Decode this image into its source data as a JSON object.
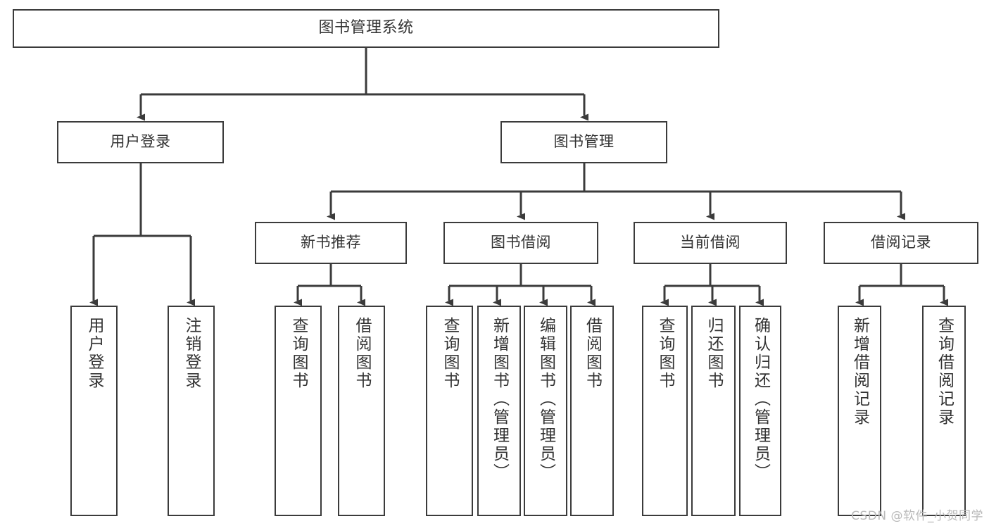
{
  "diagram": {
    "title": "图书管理系统",
    "type": "hierarchy-tree",
    "watermark": "CSDN @软件_小贺同学",
    "stroke_color": "#3b3b3b",
    "text_color": "#333333",
    "background_color": "#ffffff",
    "nodes": {
      "root": {
        "label": "图书管理系统",
        "level": 1
      },
      "l2": [
        {
          "id": "user-login",
          "label": "用户登录",
          "level": 2
        },
        {
          "id": "book-manage",
          "label": "图书管理",
          "level": 2
        }
      ],
      "l3": [
        {
          "id": "new-book-rec",
          "label": "新书推荐",
          "level": 3
        },
        {
          "id": "book-borrow",
          "label": "图书借阅",
          "level": 3
        },
        {
          "id": "current-borrow",
          "label": "当前借阅",
          "level": 3
        },
        {
          "id": "borrow-record",
          "label": "借阅记录",
          "level": 3
        }
      ],
      "leaves": [
        {
          "id": "leaf-user-login",
          "label": "用户登录",
          "parent": "user-login"
        },
        {
          "id": "leaf-logout",
          "label": "注销登录",
          "parent": "user-login"
        },
        {
          "id": "leaf-query-book-1",
          "label": "查询图书",
          "parent": "new-book-rec"
        },
        {
          "id": "leaf-borrow-book-1",
          "label": "借阅图书",
          "parent": "new-book-rec"
        },
        {
          "id": "leaf-query-book-2",
          "label": "查询图书",
          "parent": "book-borrow"
        },
        {
          "id": "leaf-add-book",
          "label": "新增图书（管理员）",
          "parent": "book-borrow"
        },
        {
          "id": "leaf-edit-book",
          "label": "编辑图书（管理员）",
          "parent": "book-borrow"
        },
        {
          "id": "leaf-borrow-book-2",
          "label": "借阅图书",
          "parent": "book-borrow"
        },
        {
          "id": "leaf-query-book-3",
          "label": "查询图书",
          "parent": "current-borrow"
        },
        {
          "id": "leaf-return-book",
          "label": "归还图书",
          "parent": "current-borrow"
        },
        {
          "id": "leaf-confirm-return",
          "label": "确认归还（管理员）",
          "parent": "current-borrow"
        },
        {
          "id": "leaf-add-record",
          "label": "新增借阅记录",
          "parent": "borrow-record"
        },
        {
          "id": "leaf-query-record",
          "label": "查询借阅记录",
          "parent": "borrow-record"
        }
      ]
    }
  }
}
